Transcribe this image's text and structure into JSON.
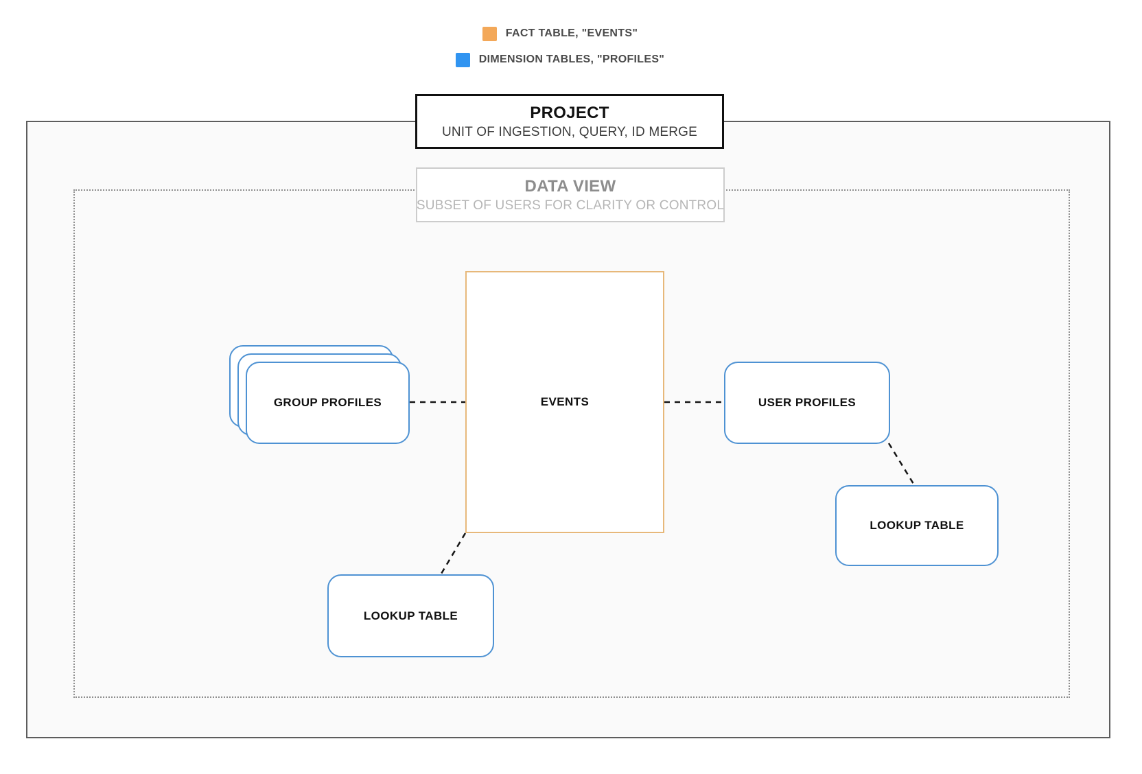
{
  "legend": {
    "items": [
      {
        "label": "FACT TABLE, \"EVENTS\"",
        "color": "#f3a859"
      },
      {
        "label": "DIMENSION TABLES, \"PROFILES\"",
        "color": "#3094f1"
      }
    ]
  },
  "project": {
    "title": "PROJECT",
    "subtitle": "UNIT OF INGESTION, QUERY, ID MERGE"
  },
  "data_view": {
    "title": "DATA VIEW",
    "subtitle": "SUBSET OF USERS FOR CLARITY OR CONTROL"
  },
  "nodes": {
    "events": {
      "label": "EVENTS"
    },
    "group_profiles": {
      "label": "GROUP PROFILES"
    },
    "user_profiles": {
      "label": "USER PROFILES"
    },
    "lookup_table_bottom": {
      "label": "LOOKUP TABLE"
    },
    "lookup_table_right": {
      "label": "LOOKUP TABLE"
    }
  },
  "colors": {
    "fact_border": "#e7b87a",
    "dimension_border": "#4e92d3",
    "connector": "#151515",
    "outer_border": "#5d5d5d",
    "dotted_border": "#8e8e8e",
    "inner_background": "#fafafa"
  }
}
